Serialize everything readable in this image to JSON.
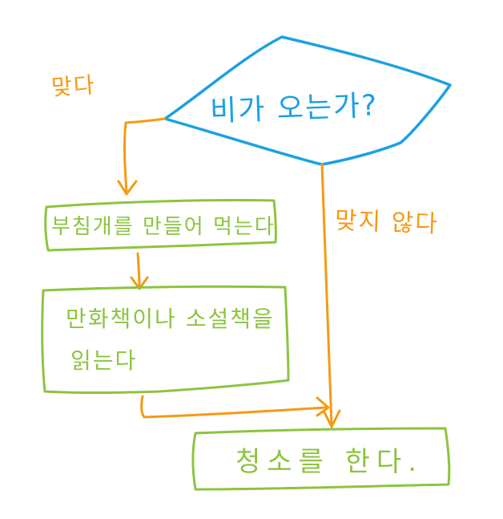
{
  "colors": {
    "decision": "#1ba1e2",
    "flow": "#f59a12",
    "box": "#8cc43f",
    "text_decision": "#1ba1e2",
    "text_yes_no": "#f59a12",
    "text_box": "#8cc43f"
  },
  "diagram": {
    "decision": {
      "text": "비가 오는가?"
    },
    "branch_yes": {
      "label": "맞다"
    },
    "branch_no": {
      "label": "맞지 않다"
    },
    "box_make": {
      "text": "부침개를 만들어 먹는다"
    },
    "box_read": {
      "line1": "만화책이나 소설책을",
      "line2": "읽는다"
    },
    "box_clean": {
      "text": "청소를 한다."
    }
  }
}
